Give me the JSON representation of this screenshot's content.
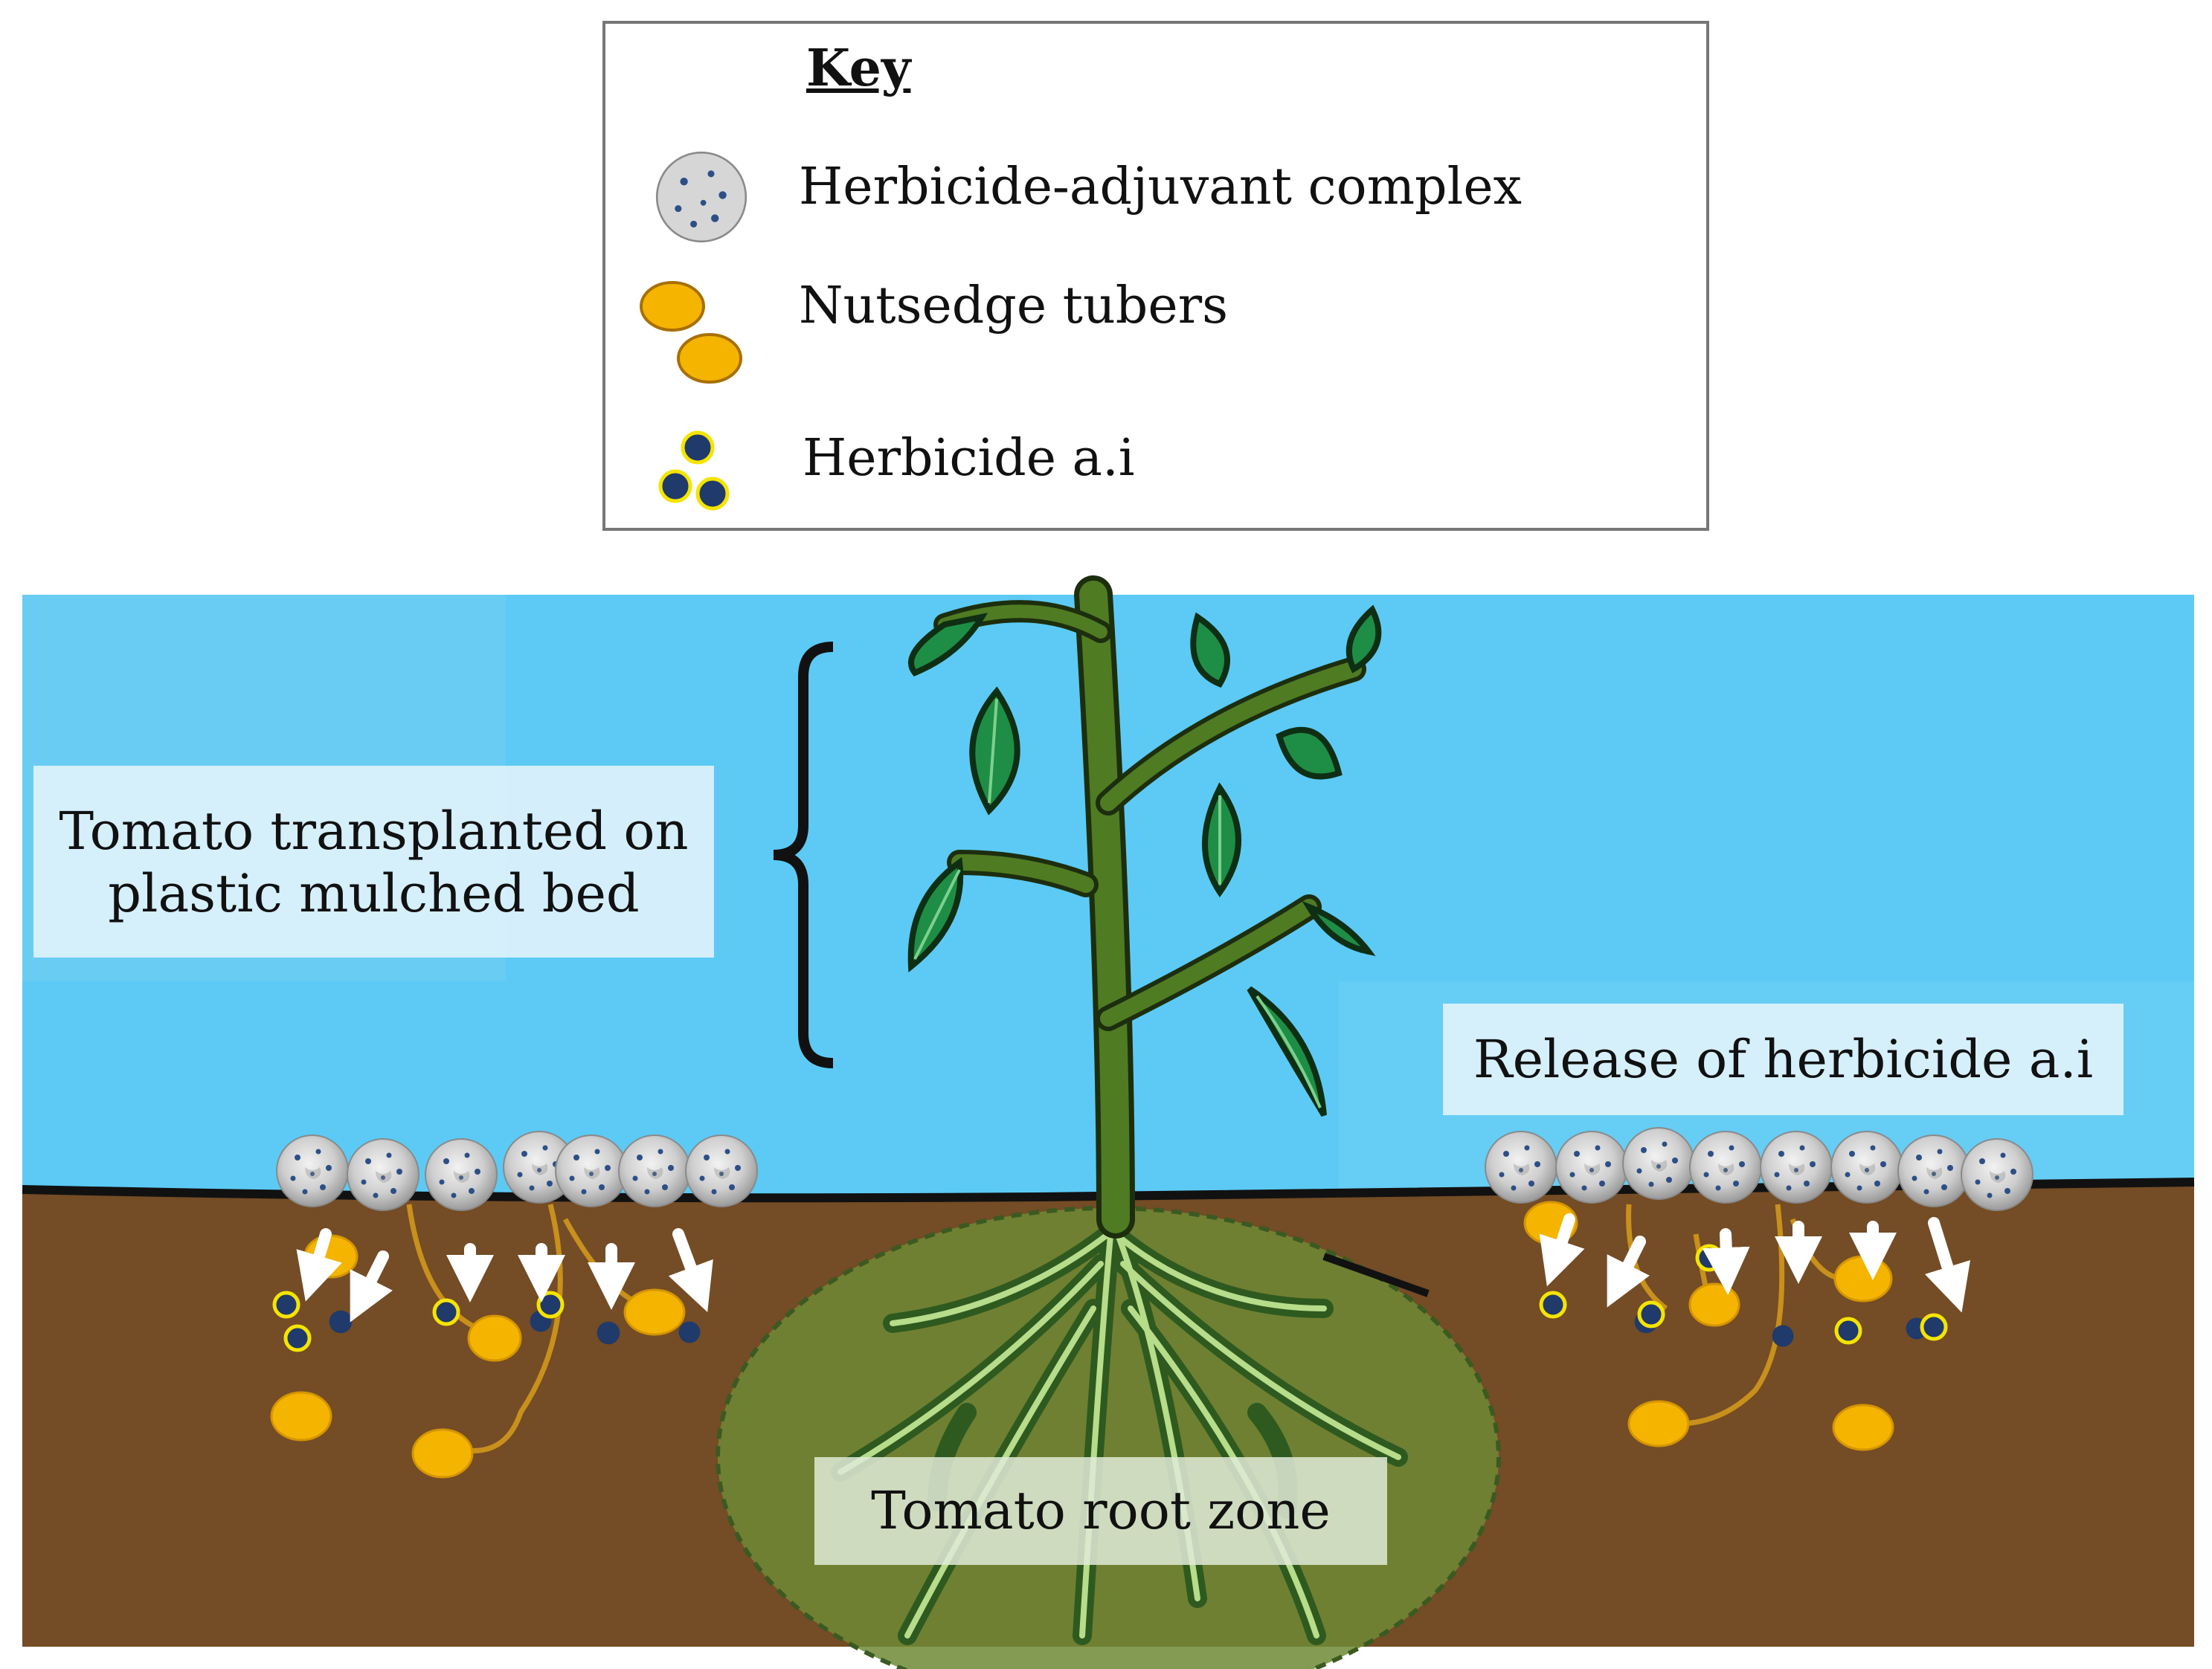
{
  "legend": {
    "title": "Key",
    "items": [
      {
        "label": "Herbicide-adjuvant complex",
        "icon": "herbicide-adjuvant-complex-icon"
      },
      {
        "label": "Nutsedge tubers",
        "icon": "nutsedge-tuber-icon"
      },
      {
        "label": "Herbicide a.i",
        "icon": "herbicide-ai-icon"
      }
    ]
  },
  "labels": {
    "transplant": "Tomato transplanted on plastic mulched bed",
    "release": "Release of herbicide a.i",
    "root_zone": "Tomato root zone"
  },
  "colors": {
    "sky": "#5ccaf5",
    "soil": "#744c25",
    "tuber": "#f4b400",
    "herbicide_ai": "#1f3a6b",
    "plant": "#4f7b22",
    "leaf": "#1e8e46",
    "root_zone": "#6e8a35"
  }
}
